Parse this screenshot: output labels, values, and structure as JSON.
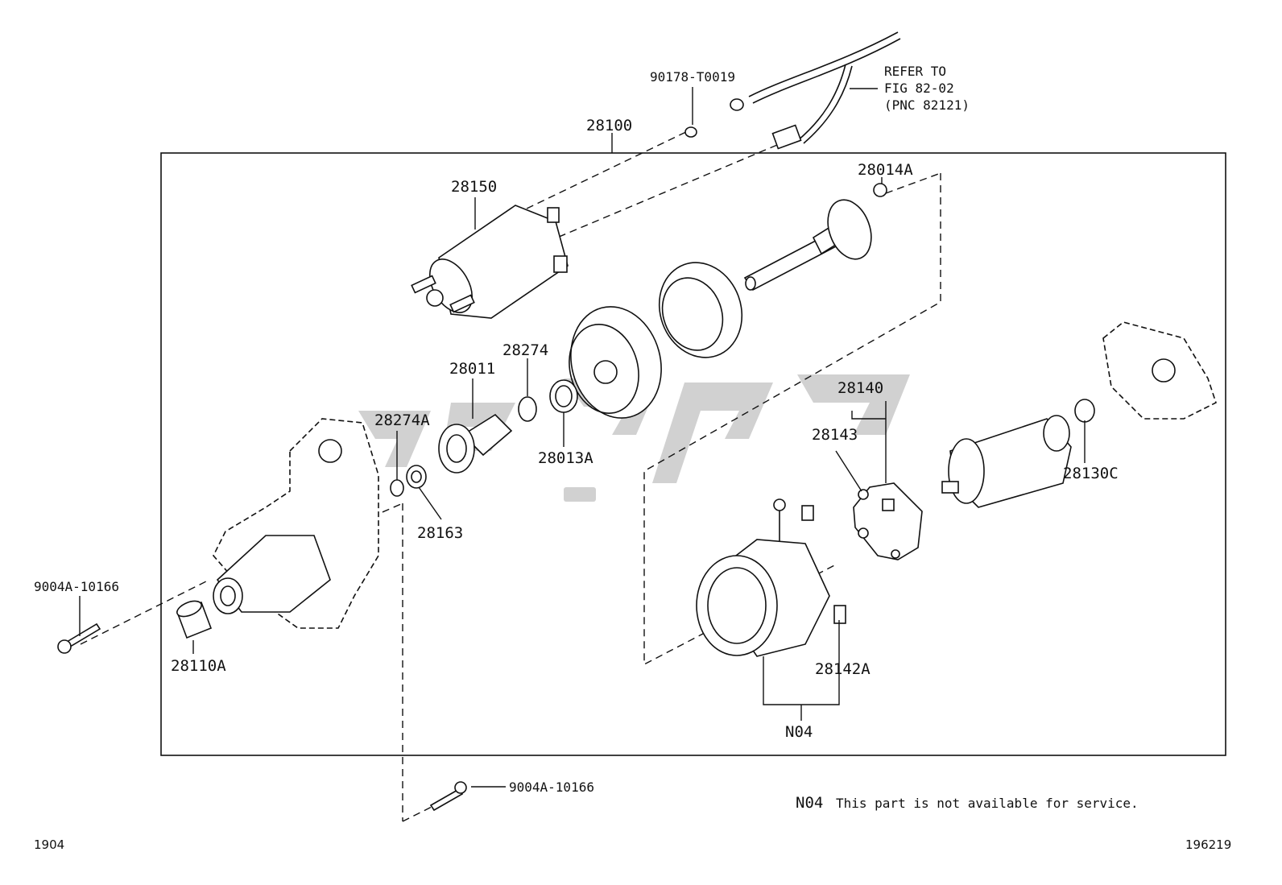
{
  "labels": {
    "assembly": "28100",
    "solenoid": "28150",
    "nut_top": "90178-T0019",
    "refer_line1": "REFER TO",
    "refer_line2": "FIG 82-02",
    "refer_line3": "(PNC 82121)",
    "cap_top": "28014A",
    "clutch": "28011",
    "snap_ring": "28274",
    "stop_collar": "28274A",
    "bearing": "28013A",
    "washer": "28163",
    "brush_holder": "28140",
    "brush": "28143",
    "bearing_rear": "28130C",
    "field_brush": "28142A",
    "field_yoke": "N04",
    "bolt_left": "9004A-10166",
    "bushing": "28110A",
    "bolt_bottom": "9004A-10166"
  },
  "note": {
    "code": "N04",
    "text": "This part is not available for service."
  },
  "footer": {
    "left": "1904",
    "right": "196219"
  },
  "watermark": {
    "color": "#9a9a9a"
  }
}
